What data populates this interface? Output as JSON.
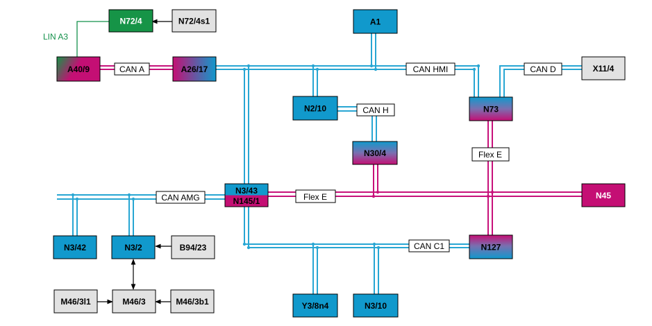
{
  "colors": {
    "can_bus": "#27a6d3",
    "flex_bus": "#c7117a",
    "lin_bus": "#13904a",
    "node_blue": "#1199cc",
    "node_magenta": "#c40f74",
    "node_green": "#169447",
    "node_gray": "#e2e2e2",
    "outline": "#000000"
  },
  "nodes": [
    {
      "id": "N72/4",
      "label": "N72/4",
      "style": "green"
    },
    {
      "id": "N72/4s1",
      "label": "N72/4s1",
      "style": "gray"
    },
    {
      "id": "A1",
      "label": "A1",
      "style": "blue"
    },
    {
      "id": "A40/9",
      "label": "A40/9",
      "style": "green-magenta"
    },
    {
      "id": "A26/17",
      "label": "A26/17",
      "style": "magenta-blue"
    },
    {
      "id": "N2/10",
      "label": "N2/10",
      "style": "blue"
    },
    {
      "id": "N73",
      "label": "N73",
      "style": "blue-magenta"
    },
    {
      "id": "X11/4",
      "label": "X11/4",
      "style": "gray"
    },
    {
      "id": "N30/4",
      "label": "N30/4",
      "style": "blue-magenta"
    },
    {
      "id": "N3/43",
      "label": "N3/43",
      "label2": "N145/1",
      "style": "blue-magenta-split"
    },
    {
      "id": "N45",
      "label": "N45",
      "style": "magenta"
    },
    {
      "id": "N3/42",
      "label": "N3/42",
      "style": "blue"
    },
    {
      "id": "N3/2",
      "label": "N3/2",
      "style": "blue"
    },
    {
      "id": "B94/23",
      "label": "B94/23",
      "style": "gray"
    },
    {
      "id": "N127",
      "label": "N127",
      "style": "magenta-blue-v"
    },
    {
      "id": "M46/3l1",
      "label": "M46/3l1",
      "style": "gray"
    },
    {
      "id": "M46/3",
      "label": "M46/3",
      "style": "gray"
    },
    {
      "id": "M46/3b1",
      "label": "M46/3b1",
      "style": "gray"
    },
    {
      "id": "Y3/8n4",
      "label": "Y3/8n4",
      "style": "blue"
    },
    {
      "id": "N3/10",
      "label": "N3/10",
      "style": "blue"
    }
  ],
  "bus_labels": {
    "can_a": "CAN A",
    "can_hmi": "CAN HMI",
    "can_d": "CAN D",
    "can_h": "CAN H",
    "flex_e_vertical": "Flex E",
    "can_amg": "CAN AMG",
    "flex_e_horizontal": "Flex E",
    "can_c1": "CAN C1",
    "lin_a3": "LIN A3"
  },
  "edges": [
    {
      "from": "N72/4s1",
      "to": "N72/4",
      "type": "arrow"
    },
    {
      "from": "N72/4",
      "to": "A40/9",
      "type": "LIN A3"
    },
    {
      "from": "A40/9",
      "to": "A26/17",
      "type": "CAN A"
    },
    {
      "from": "A26/17",
      "to": "N73",
      "type": "CAN HMI"
    },
    {
      "from": "A1",
      "to": "N73",
      "type": "CAN HMI"
    },
    {
      "from": "N2/10",
      "to": "N73",
      "type": "CAN HMI"
    },
    {
      "from": "X11/4",
      "to": "N73",
      "type": "CAN D"
    },
    {
      "from": "N2/10",
      "to": "N30/4",
      "type": "CAN H"
    },
    {
      "from": "N73",
      "to": "N127",
      "type": "Flex E"
    },
    {
      "from": "N3/43",
      "to": "N45",
      "type": "Flex E"
    },
    {
      "from": "N30/4",
      "to": "N45",
      "type": "Flex E"
    },
    {
      "from": "N3/43",
      "to": "N3/42",
      "type": "CAN AMG"
    },
    {
      "from": "N3/43",
      "to": "N3/2",
      "type": "CAN AMG"
    },
    {
      "from": "N3/43",
      "to": "N127",
      "type": "CAN C1"
    },
    {
      "from": "Y3/8n4",
      "to": "N127",
      "type": "CAN C1"
    },
    {
      "from": "N3/10",
      "to": "N127",
      "type": "CAN C1"
    },
    {
      "from": "B94/23",
      "to": "N3/2",
      "type": "arrow"
    },
    {
      "from": "N3/2",
      "to": "M46/3",
      "type": "double-arrow"
    },
    {
      "from": "M46/3l1",
      "to": "M46/3",
      "type": "arrow"
    },
    {
      "from": "M46/3b1",
      "to": "M46/3",
      "type": "arrow"
    }
  ]
}
